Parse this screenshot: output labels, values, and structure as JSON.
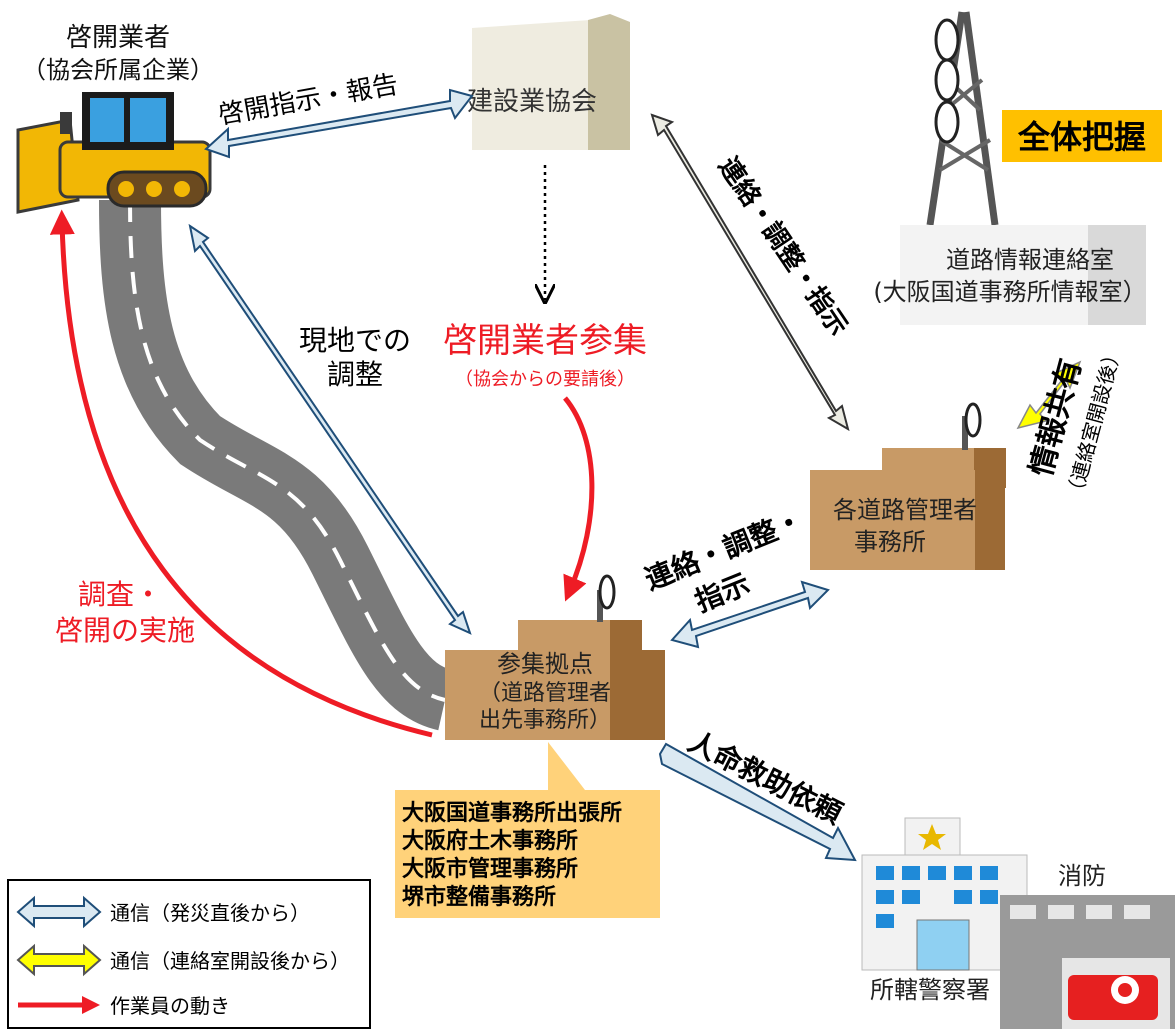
{
  "nodes": {
    "contractor": {
      "line1": "啓開業者",
      "line2": "（協会所属企業）"
    },
    "association": {
      "label": "建設業協会"
    },
    "info_room": {
      "line1": "道路情報連絡室",
      "line2": "(大阪国道事務所情報室）"
    },
    "road_admin": {
      "line1": "各道路管理者",
      "line2": "事務所"
    },
    "base": {
      "line1": "参集拠点",
      "line2": "（道路管理者",
      "line3": "出先事務所）"
    },
    "police": {
      "label": "所轄警察署"
    },
    "fire": {
      "label": "消防"
    }
  },
  "badges": {
    "overview": "全体把握"
  },
  "edge_labels": {
    "instruct_report": "啓開指示・報告",
    "contact_coord_instruct_diag": "連絡・調整・指示",
    "onsite_line1": "現地での",
    "onsite_line2": "調整",
    "gather_title": "啓開業者参集",
    "gather_sub": "（協会からの要請後）",
    "share_main": "情報共有",
    "share_sub": "（連絡室開設後）",
    "contact_coord_line1": "連絡・調整・",
    "contact_coord_line2": "指示",
    "rescue": "人命救助依頼",
    "survey_line1": "調査・",
    "survey_line2": "啓開の実施"
  },
  "callout": {
    "offices": [
      "大阪国道事務所出張所",
      "大阪府土木事務所",
      "大阪市管理事務所",
      "堺市整備事務所"
    ]
  },
  "legend": {
    "items": [
      {
        "label": "通信（発災直後から）",
        "kind": "blue-double-arrow"
      },
      {
        "label": "通信（連絡室開設後から）",
        "kind": "yellow-double-arrow"
      },
      {
        "label": "作業員の動き",
        "kind": "red-arrow"
      }
    ]
  },
  "colors": {
    "comm_arrow_fill": "#dbe9f2",
    "comm_arrow_stroke": "#1f4e79",
    "yellow_arrow": "#ffff00",
    "red": "#ee1c25",
    "building": "#c89a66",
    "badge": "#ffc000",
    "callout": "#ffd27a"
  },
  "icons": [
    "bulldozer-icon",
    "antenna-tower-icon",
    "police-station-icon",
    "fire-station-icon",
    "road-icon"
  ]
}
